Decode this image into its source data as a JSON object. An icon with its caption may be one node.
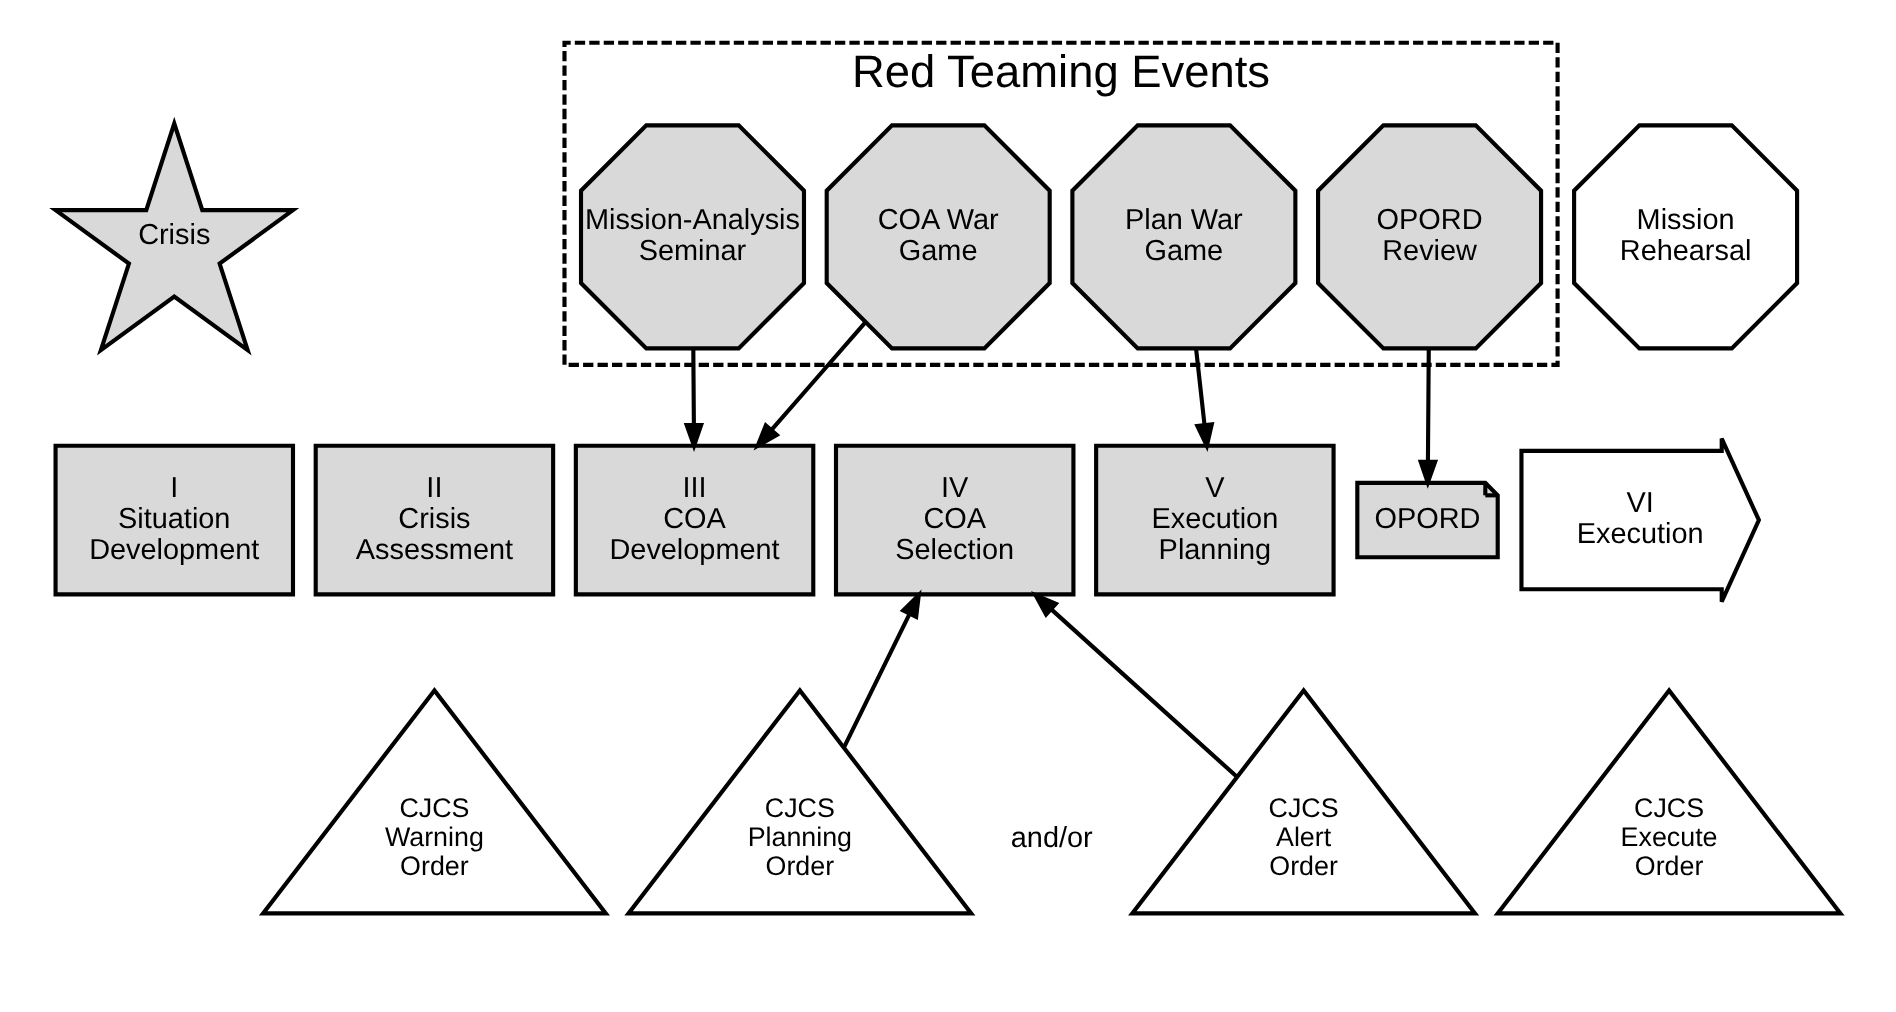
{
  "diagram": {
    "nodes": [
      {
        "text": [
          "Red Teaming Events"
        ]
      },
      {
        "text": [
          "Mission-Analysis Seminar"
        ],
        "in": 0
      },
      {
        "text": [
          "COA War Game"
        ],
        "in": 0
      },
      {
        "text": [
          "Plan War Game"
        ],
        "in": 0
      },
      {
        "text": [
          "OPORD Review"
        ],
        "in": 0
      },
      {
        "text": [
          "Mission Rehearsal"
        ]
      },
      {
        "text": [
          "Crisis"
        ]
      },
      {
        "text": [
          "I",
          "Situation Development"
        ]
      },
      {
        "text": [
          "II",
          "Crisis Assessment"
        ]
      },
      {
        "text": [
          "III",
          "COA Development"
        ]
      },
      {
        "text": [
          "IV",
          "COA Selection"
        ]
      },
      {
        "text": [
          "V",
          "Execution Planning"
        ]
      },
      {
        "text": [
          "OPORD"
        ]
      },
      {
        "text": [
          "VI",
          "Execution"
        ]
      },
      {
        "text": [
          "CJCS Warning Order"
        ]
      },
      {
        "text": [
          "CJCS Planning Order"
        ]
      },
      {
        "text": [
          "CJCS Alert Order"
        ]
      },
      {
        "text": [
          "CJCS Execute Order"
        ]
      }
    ],
    "edges": [
      {
        "from": 1,
        "to": 9,
        "arrow": "to"
      },
      {
        "from": 2,
        "to": 9,
        "arrow": "to"
      },
      {
        "from": 3,
        "to": 11,
        "arrow": "to"
      },
      {
        "from": 4,
        "to": 12,
        "arrow": "to"
      },
      {
        "from": 15,
        "to": 10,
        "arrow": "to"
      },
      {
        "from": 16,
        "to": 10,
        "arrow": "to"
      }
    ],
    "labels": [
      "and/or"
    ]
  }
}
